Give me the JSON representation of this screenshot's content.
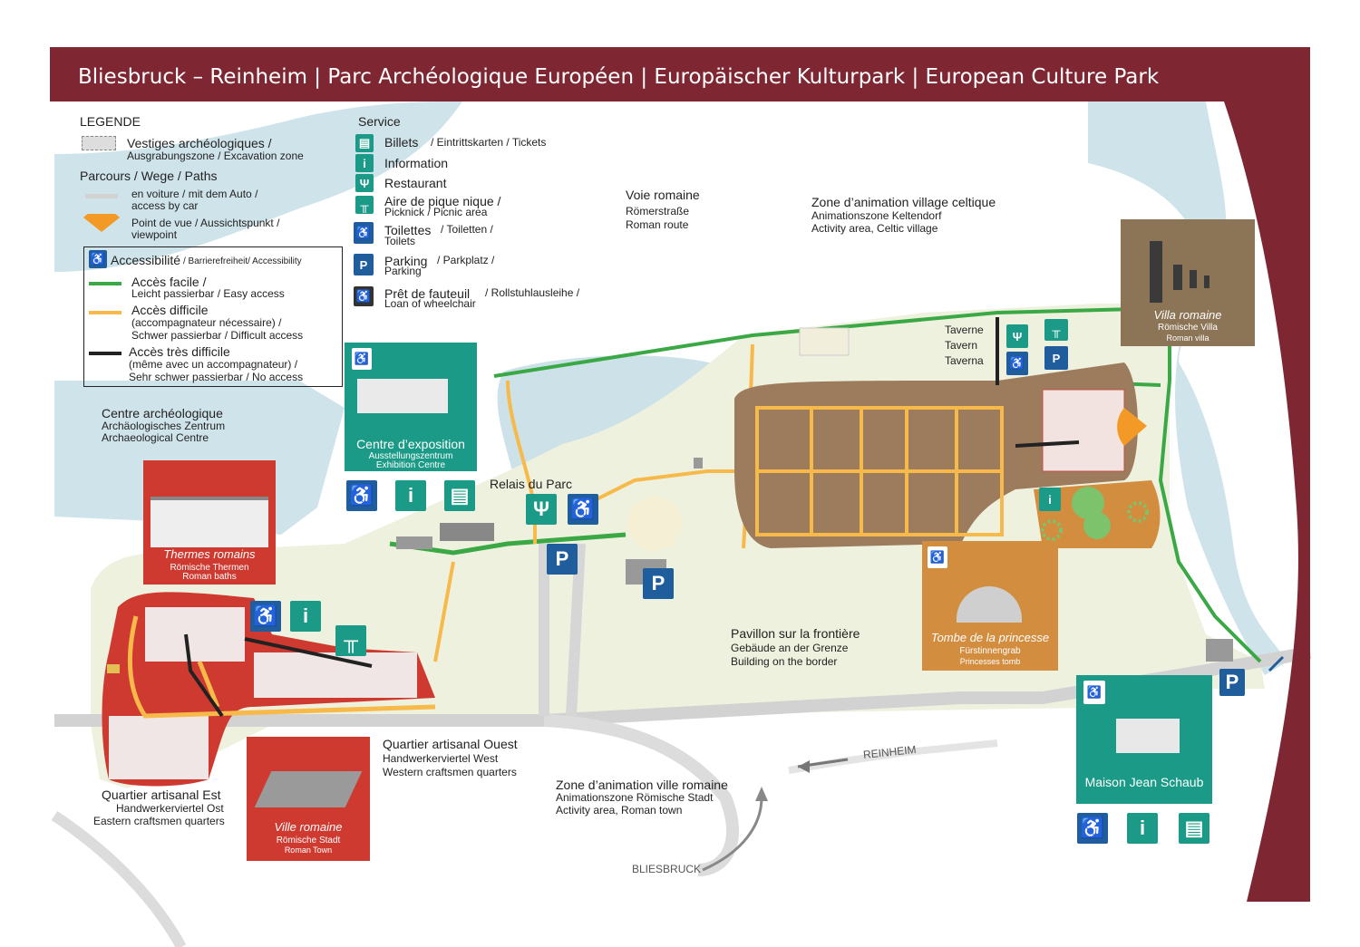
{
  "title": "Bliesbruck – Reinheim | Parc Archéologique Européen | Europäischer Kulturpark | European Culture Park",
  "legend": {
    "heading": "LEGENDE",
    "vestiges": "Vestiges archéologiques /",
    "vestiges_2": "Ausgrabungszone / Excavation zone",
    "paths_heading": "Parcours / Wege / Paths",
    "car": "en voiture / mit dem Auto /",
    "car_2": "access by car",
    "viewpoint": "Point de vue / Aussichtspunkt /",
    "viewpoint_2": "viewpoint",
    "accessibility": "Accessibilité",
    "accessibility_2": "/ Barrierefreiheit/ Accessibility",
    "easy": "Accès facile /",
    "easy_2": "Leicht passierbar / Easy access",
    "difficult": "Accès difficile",
    "difficult_2": "(accompagnateur nécessaire) /",
    "difficult_3": "Schwer passierbar / Difficult access",
    "very_difficult": "Accès très difficile",
    "very_difficult_2": "(même avec un accompagnateur) /",
    "very_difficult_3": "Sehr schwer passierbar / No access"
  },
  "service": {
    "heading": "Service",
    "tickets": "Billets",
    "tickets_2": "/ Eintrittskarten / Tickets",
    "information": "Information",
    "restaurant": "Restaurant",
    "picnic": "Aire de pique nique /",
    "picnic_2": "Picknick / Picnic area",
    "toilets": "Toilettes",
    "toilets_2": "/ Toiletten /",
    "toilets_3": "Toilets",
    "parking": "Parking",
    "parking_2": "/ Parkplatz /",
    "parking_3": "Parking",
    "wheelchair": "Prêt de fauteuil",
    "wheelchair_2": "/ Rollstuhlausleihe /",
    "wheelchair_3": "Loan of wheelchair"
  },
  "places": {
    "centre_arch": [
      "Centre archéologique",
      "Archäologisches Zentrum",
      "Archaeological Centre"
    ],
    "thermes": [
      "Thermes romains",
      "Römische Thermen",
      "Roman baths"
    ],
    "expo": [
      "Centre d’exposition",
      "Ausstellungszentrum",
      "Exhibition Centre"
    ],
    "relais": "Relais du Parc",
    "voie": [
      "Voie romaine",
      "Römerstraße",
      "Roman route"
    ],
    "celtic": [
      "Zone d’animation village celtique",
      "Animationszone Keltendorf",
      "Activity area, Celtic village"
    ],
    "taverne": [
      "Taverne",
      "Tavern",
      "Taverna"
    ],
    "villa": [
      "Villa romaine",
      "Römische Villa",
      "Roman villa"
    ],
    "pavillon": [
      "Pavillon sur la frontière",
      "Gebäude an der Grenze",
      "Building on the border"
    ],
    "tombe": [
      "Tombe de la princesse",
      "Fürstinnengrab",
      "Princesses tomb"
    ],
    "maison": "Maison Jean Schaub",
    "ouest": [
      "Quartier artisanal Ouest",
      "Handwerkerviertel West",
      "Western craftsmen quarters"
    ],
    "est": [
      "Quartier artisanal Est",
      "Handwerkerviertel Ost",
      "Eastern craftsmen quarters"
    ],
    "ville": [
      "Ville romaine",
      "Römische Stadt",
      "Roman Town"
    ],
    "zone_ville": [
      "Zone d’animation ville romaine",
      "Animationszone Römische Stadt",
      "Activity area, Roman town"
    ],
    "reinheim": "REINHEIM",
    "bliesbruck": "BLIESBRUCK"
  },
  "icons": {
    "wc": "WC",
    "info": "i",
    "parking": "P",
    "wheelchair": "♿",
    "picnic": "╥",
    "restaurant": "🍴",
    "ticket": "▤"
  },
  "colors": {
    "title_bar": "#7e2631",
    "park_ground": "#eef1de",
    "water": "#c9dfe6",
    "easy_path": "#3aa845",
    "difficult_path": "#f6b94a",
    "very_difficult_path": "#222222",
    "excavation_red": "#cf3a30",
    "excavation_brown": "#9d7b5d",
    "service_teal": "#1a9a87",
    "accessibility_blue": "#1f5d9c",
    "villa_box": "#8c7456",
    "tomb_box": "#d38d3f"
  }
}
